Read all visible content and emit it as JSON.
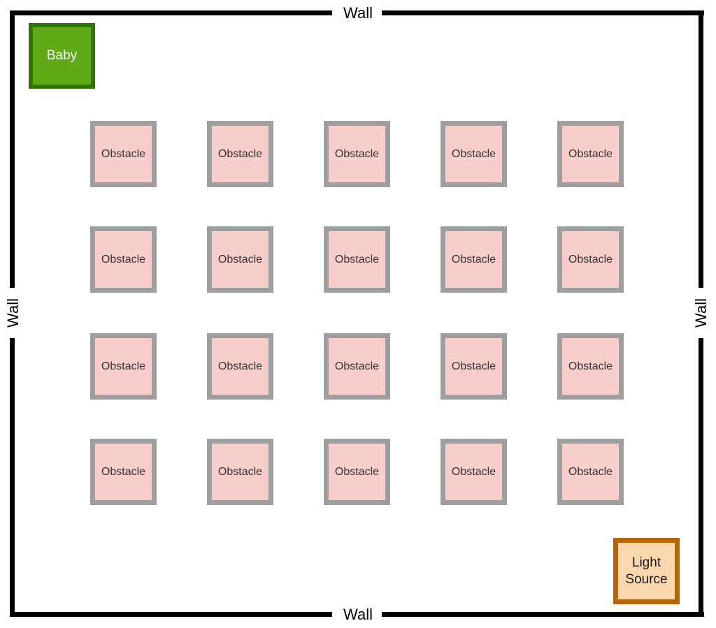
{
  "walls": {
    "top": "Wall",
    "bottom": "Wall",
    "left": "Wall",
    "right": "Wall"
  },
  "baby": {
    "label": "Baby"
  },
  "light_source": {
    "line1": "Light",
    "line2": "Source"
  },
  "obstacles": {
    "label": "Obstacle",
    "rows": 4,
    "columns": 5
  },
  "colors": {
    "wall": "#000000",
    "baby_fill": "#60a917",
    "baby_border": "#2d7600",
    "obstacle_fill": "#f8cecc",
    "obstacle_border": "#9e9e9e",
    "light_fill": "#fad7ac",
    "light_border": "#b46504"
  }
}
